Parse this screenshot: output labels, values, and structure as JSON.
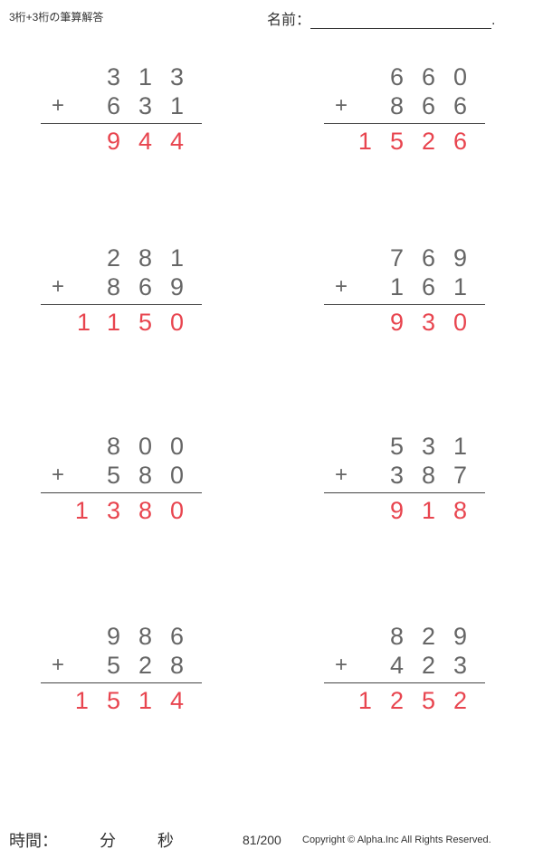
{
  "header": {
    "title": "3桁+3桁の筆算解答",
    "name_label": "名前：",
    "name_suffix": "."
  },
  "operator": "+",
  "problems": [
    {
      "addend1": "313",
      "addend2": "631",
      "sum": "944"
    },
    {
      "addend1": "660",
      "addend2": "866",
      "sum": "1526"
    },
    {
      "addend1": "281",
      "addend2": "869",
      "sum": "1150"
    },
    {
      "addend1": "769",
      "addend2": "161",
      "sum": "930"
    },
    {
      "addend1": "800",
      "addend2": "580",
      "sum": "1380"
    },
    {
      "addend1": "531",
      "addend2": "387",
      "sum": "918"
    },
    {
      "addend1": "986",
      "addend2": "528",
      "sum": "1514"
    },
    {
      "addend1": "829",
      "addend2": "423",
      "sum": "1252"
    }
  ],
  "footer": {
    "time_label": "時間：",
    "minutes_label": "分",
    "seconds_label": "秒",
    "page": "81/200",
    "copyright": "Copyright © Alpha.Inc All Rights Reserved."
  },
  "colors": {
    "answer": "#e8454f",
    "digits": "#666666"
  }
}
